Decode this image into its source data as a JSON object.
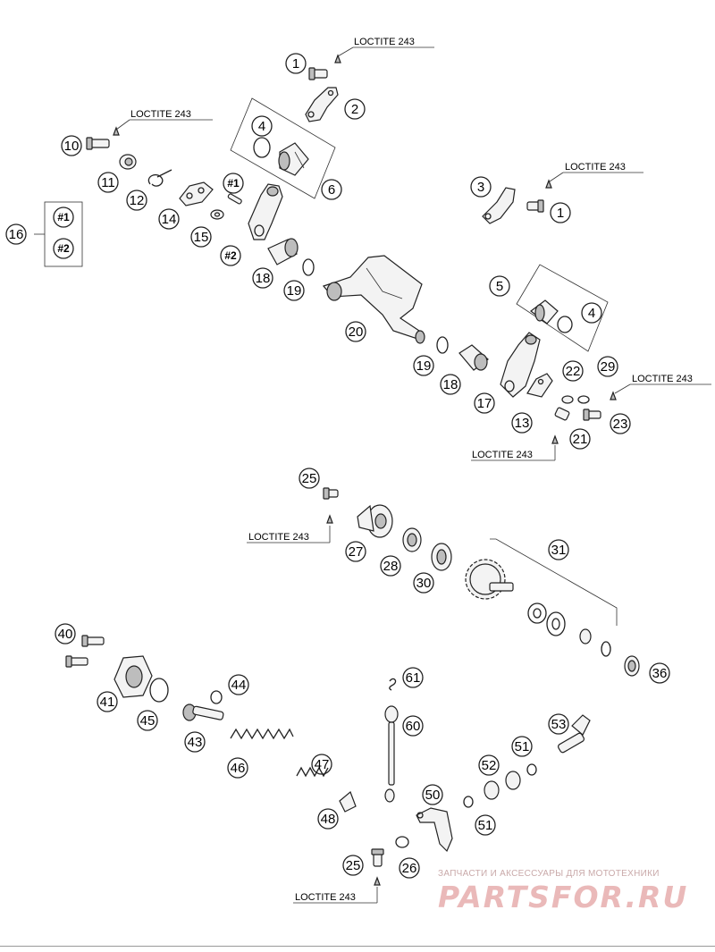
{
  "loctite_label": "LOCTITE 243",
  "callouts": {
    "c1a": "1",
    "c1b": "1",
    "c2": "2",
    "c3": "3",
    "c4a": "4",
    "c4b": "4",
    "c5": "5",
    "c6": "6",
    "c10": "10",
    "c11": "11",
    "c12": "12",
    "c13": "13",
    "c14": "14",
    "c15": "15",
    "c16": "16",
    "c17": "17",
    "c18a": "18",
    "c18b": "18",
    "c19a": "19",
    "c19b": "19",
    "c20": "20",
    "c21": "21",
    "c22": "22",
    "c23": "23",
    "c25a": "25",
    "c25b": "25",
    "c26": "26",
    "c27": "27",
    "c28": "28",
    "c29": "29",
    "c30": "30",
    "c31": "31",
    "c36": "36",
    "c40": "40",
    "c41": "41",
    "c43": "43",
    "c44": "44",
    "c45": "45",
    "c46": "46",
    "c47": "47",
    "c48": "48",
    "c50": "50",
    "c51a": "51",
    "c51b": "51",
    "c52": "52",
    "c53": "53",
    "c60": "60",
    "c61": "61",
    "t1a": "#1",
    "t1b": "#1",
    "t2a": "#2",
    "t2b": "#2"
  },
  "watermark": {
    "caption": "ЗАПЧАСТИ И АКСЕССУАРЫ ДЛЯ МОТОТЕХНИКИ",
    "logo": "PARTSFOR.RU"
  }
}
